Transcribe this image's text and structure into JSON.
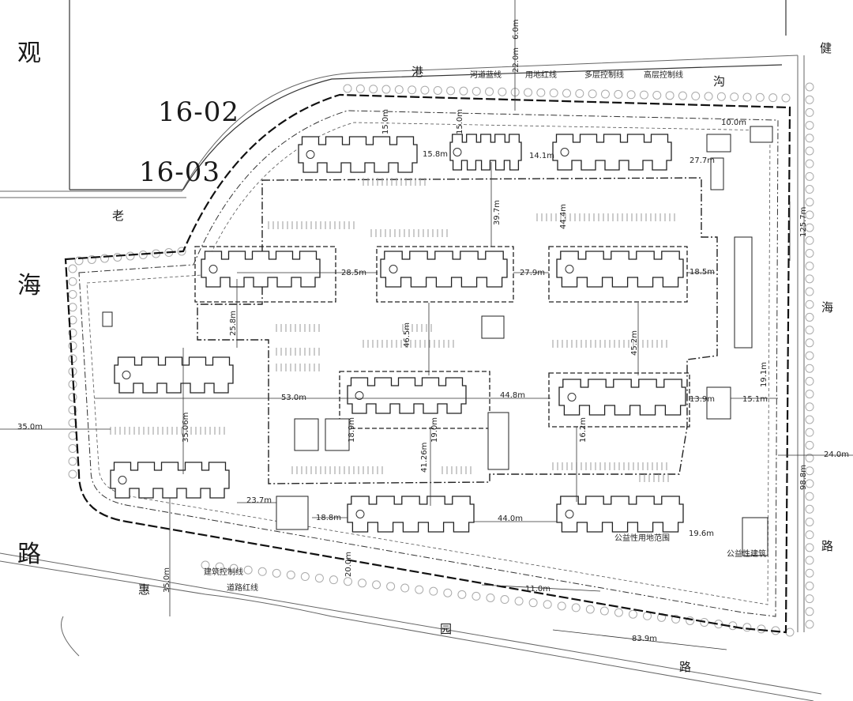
{
  "roads": {
    "guanhai_1": "观",
    "guanhai_2": "海",
    "guanhai_3": "路",
    "gang": "港",
    "gou": "沟",
    "lao": "老",
    "jian": "健",
    "hai_right": "海",
    "lu_right": "路",
    "hui": "惠",
    "yuan": "园",
    "lu_bottom": "路"
  },
  "parcels": {
    "north": "16-02",
    "current": "16-03"
  },
  "dimensions": {
    "d_22_0": "22.0m",
    "d_6_0": "6.0m",
    "d_10_0": "10.0m",
    "d_15_0a": "15.0m",
    "d_15_0b": "15.0m",
    "d_15_8": "15.8m",
    "d_14_1": "14.1m",
    "d_27_7": "27.7m",
    "d_28_5": "28.5m",
    "d_27_9": "27.9m",
    "d_18_5": "18.5m",
    "d_25_8": "25.8m",
    "d_44_4": "44.4m",
    "d_45_2": "45.2m",
    "d_46_5": "46.5m",
    "d_53_0": "53.0m",
    "d_44_8": "44.8m",
    "d_13_9": "13.9m",
    "d_15_1": "15.1m",
    "d_35_0a": "35.0m",
    "d_35_06": "35.06m",
    "d_23_7": "23.7m",
    "d_18_8": "18.8m",
    "d_44_0": "44.0m",
    "d_19_6": "19.6m",
    "d_11_0": "11.0m",
    "d_83_9": "83.9m",
    "d_24_0": "24.0m",
    "d_98_8": "98.8m",
    "d_125_7": "125.7m",
    "d_35_0b": "35.0m",
    "d_20_0": "20.0m",
    "d_41_26": "41.26m",
    "d_19_0": "19.0m",
    "d_18_9": "18.9m",
    "d_16_2": "16.2m",
    "d_19_1": "19.1m",
    "d_39_7": "39.7m"
  },
  "legend_notes": {
    "hongxian": "用地红线",
    "duoceng": "多层控制线",
    "gaoceng": "高层控制线",
    "hedao": "河道蓝线",
    "jianzhu": "建筑控制线",
    "daolu": "道路红线",
    "gongyi": "公益性用地范围",
    "gongyijianzhu": "公益性建筑"
  },
  "colors": {
    "line": "#2b2b2b",
    "light": "#9a9a9a",
    "paper": "#ffffff"
  }
}
